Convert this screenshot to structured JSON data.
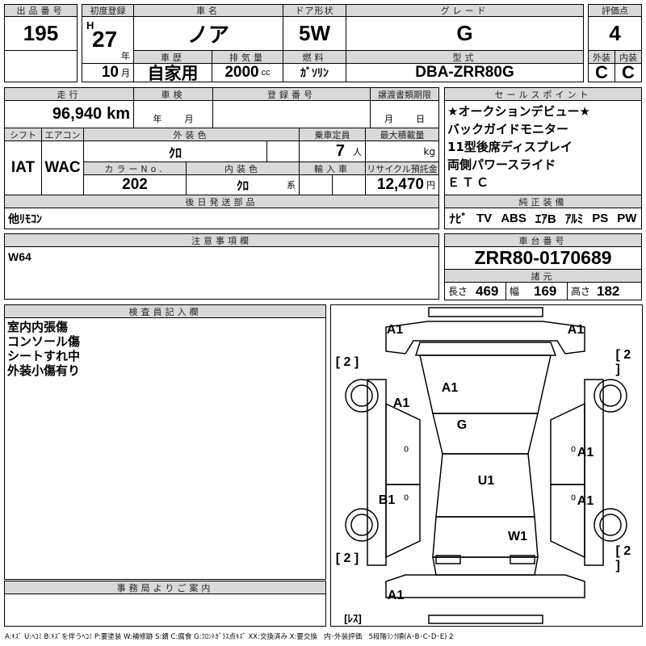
{
  "lot": {
    "label": "出品番号",
    "value": "195"
  },
  "first_reg": {
    "label": "初度登録",
    "era": "H",
    "year": "27",
    "year_unit": "年",
    "month": "10",
    "month_unit": "月"
  },
  "car_name": {
    "label": "車名",
    "value": "ノア"
  },
  "door": {
    "label": "ドア形状",
    "value": "5W"
  },
  "grade": {
    "label": "グレード",
    "value": "G"
  },
  "score": {
    "label": "評価点",
    "value": "4",
    "ext_label": "外装",
    "int_label": "内装",
    "ext": "C",
    "int": "C"
  },
  "history": {
    "label": "車歴",
    "value": "自家用"
  },
  "displacement": {
    "label": "排気量",
    "value": "2000",
    "unit": "cc"
  },
  "fuel": {
    "label": "燃料",
    "value": "ｶﾞｿﾘﾝ"
  },
  "model": {
    "label": "型式",
    "value": "DBA-ZRR80G"
  },
  "mileage": {
    "label": "走行",
    "value": "96,940",
    "unit": "km"
  },
  "inspection": {
    "label": "車検",
    "year_unit": "年",
    "month_unit": "月"
  },
  "reg_number": {
    "label": "登録番号"
  },
  "transfer": {
    "label": "譲渡書類期限",
    "month_unit": "月",
    "day_unit": "日"
  },
  "shift": {
    "label": "シフト",
    "value": "IAT"
  },
  "aircon": {
    "label": "エアコン",
    "value": "WAC"
  },
  "ext_color": {
    "label": "外装色",
    "value": "ｸﾛ"
  },
  "capacity": {
    "label": "乗車定員",
    "value": "7",
    "unit": "人"
  },
  "max_load": {
    "label": "最大積載量",
    "unit": "kg"
  },
  "color_no": {
    "label": "カラーNo.",
    "value": "202"
  },
  "int_color": {
    "label": "内装色",
    "value": "ｸﾛ",
    "unit": "系"
  },
  "import": {
    "label": "輸入車"
  },
  "recycle": {
    "label": "リサイクル預託金",
    "value": "12,470",
    "unit": "円"
  },
  "later_parts": {
    "label": "後日発送部品",
    "value": "他ﾘﾓｺﾝ"
  },
  "sale_points": {
    "label": "セールスポイント",
    "items": [
      "★オークションデビュー★",
      "バックガイドモニター",
      "11型後席ディスプレイ",
      "両側パワースライド",
      "ＥＴＣ"
    ]
  },
  "equipment": {
    "label": "純正装備",
    "items": [
      "ﾅﾋﾞ",
      "TV",
      "ABS",
      "ｴｱB",
      "ｱﾙﾐ",
      "PS",
      "PW"
    ]
  },
  "notes": {
    "label": "注意事項欄",
    "value": "W64"
  },
  "chassis": {
    "label": "車台番号",
    "value": "ZRR80-0170689"
  },
  "specs": {
    "label": "諸元",
    "length_label": "長さ",
    "length": "469",
    "width_label": "幅",
    "width": "169",
    "height_label": "高さ",
    "height": "182"
  },
  "inspector": {
    "label": "検査員記入欄",
    "items": [
      "室内内張傷",
      "コンソール傷",
      "シートすれ中",
      "外装小傷有り"
    ]
  },
  "office": {
    "label": "事務局よりご案内"
  },
  "diagram": {
    "marks": [
      "A1",
      "A1",
      "[ 2 ]",
      "[ 2 ]",
      "A1",
      "A1",
      "G",
      "A1",
      "U1",
      "B1",
      "A1",
      "W1",
      "[ 2 ]",
      "[ 2 ]",
      "A1",
      "[ﾚｽ]"
    ],
    "zeros": [
      "0",
      "0",
      "0",
      "0"
    ]
  },
  "legend": "A:ｷｽﾞ U:ﾍｺﾐ B:ｷｽﾞを伴うﾍｺﾐ P:要塗装 W:補修跡 S:錆 C:腐食 G:ﾌﾛﾝﾄｶﾞﾗｽ点ｷｽﾞ XX:交換済み X:要交換　内･外装評価　5段階ﾗﾝｸ順(A･B･C･D･E) 2"
}
